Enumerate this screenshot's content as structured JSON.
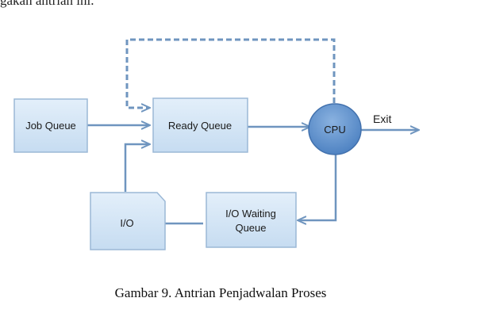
{
  "top_text_fragment": "gakan antrian ini.",
  "nodes": {
    "job_queue": "Job Queue",
    "ready_queue": "Ready Queue",
    "cpu": "CPU",
    "io": "I/O",
    "io_waiting_line1": "I/O Waiting",
    "io_waiting_line2": "Queue"
  },
  "exit_label": "Exit",
  "caption": "Gambar 9. Antrian Penjadwalan Proses",
  "colors": {
    "box_fill": "#d4e6f7",
    "box_stroke": "#7fa6cc",
    "cpu_fill": "#5b8fcc",
    "arrow": "#6f95bf"
  }
}
